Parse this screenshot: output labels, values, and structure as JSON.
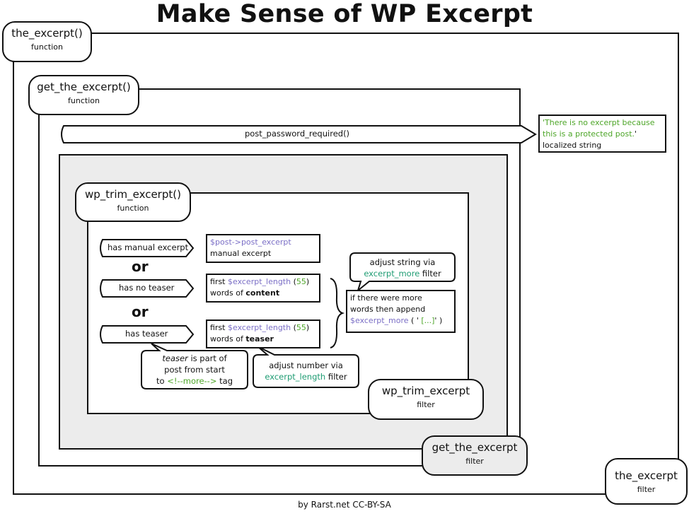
{
  "title": "Make Sense of WP Excerpt",
  "footer": "by Rarst.net CC-BY-SA",
  "the_excerpt_function": {
    "name": "the_excerpt()",
    "kind": "function"
  },
  "get_the_excerpt_function": {
    "name": "get_the_excerpt()",
    "kind": "function"
  },
  "wp_trim_excerpt_function": {
    "name": "wp_trim_excerpt()",
    "kind": "function"
  },
  "post_password": {
    "label": "post_password_required()",
    "string_quote_open": "'",
    "string_text": "There is no excerpt because this is a protected post.",
    "string_quote_close": "'",
    "string_note": "localized string"
  },
  "conditions": {
    "manual": "has manual excerpt",
    "no_teaser": "has no teaser",
    "teaser": "has teaser",
    "or": "or"
  },
  "results": {
    "manual_var": "$post->post_excerpt",
    "manual_desc": "manual excerpt",
    "content_first": "first",
    "content_var": "$excerpt_length",
    "content_num": "55",
    "content_words": "words of",
    "content_bold": "content",
    "teaser_first": "first",
    "teaser_var": "$excerpt_length",
    "teaser_num": "55",
    "teaser_words": "words of",
    "teaser_bold": "teaser"
  },
  "append": {
    "line1": "if there were more",
    "line2": "words then append",
    "var": "$excerpt_more",
    "open": " ( '",
    "more": " [...]",
    "close": "' )"
  },
  "notes": {
    "more_adjust": "adjust string via",
    "more_filter": "excerpt_more",
    "more_suffix": "filter",
    "teaser_italic": "teaser",
    "teaser_rest": "is part of",
    "teaser_line2": "post from start",
    "teaser_line3_pre": "to",
    "teaser_tag": "<!--more-->",
    "teaser_line3_post": "tag",
    "length_adjust": "adjust number via",
    "length_filter": "excerpt_length",
    "length_suffix": "filter"
  },
  "filters": {
    "wp_trim": {
      "name": "wp_trim_excerpt",
      "kind": "filter"
    },
    "get_the": {
      "name": "get_the_excerpt",
      "kind": "filter"
    },
    "the": {
      "name": "the_excerpt",
      "kind": "filter"
    }
  },
  "colors": {
    "variable": "#7b6fc6",
    "string": "#4ea629",
    "filter_name": "#1f9c73",
    "inner_fill": "#ececec"
  }
}
